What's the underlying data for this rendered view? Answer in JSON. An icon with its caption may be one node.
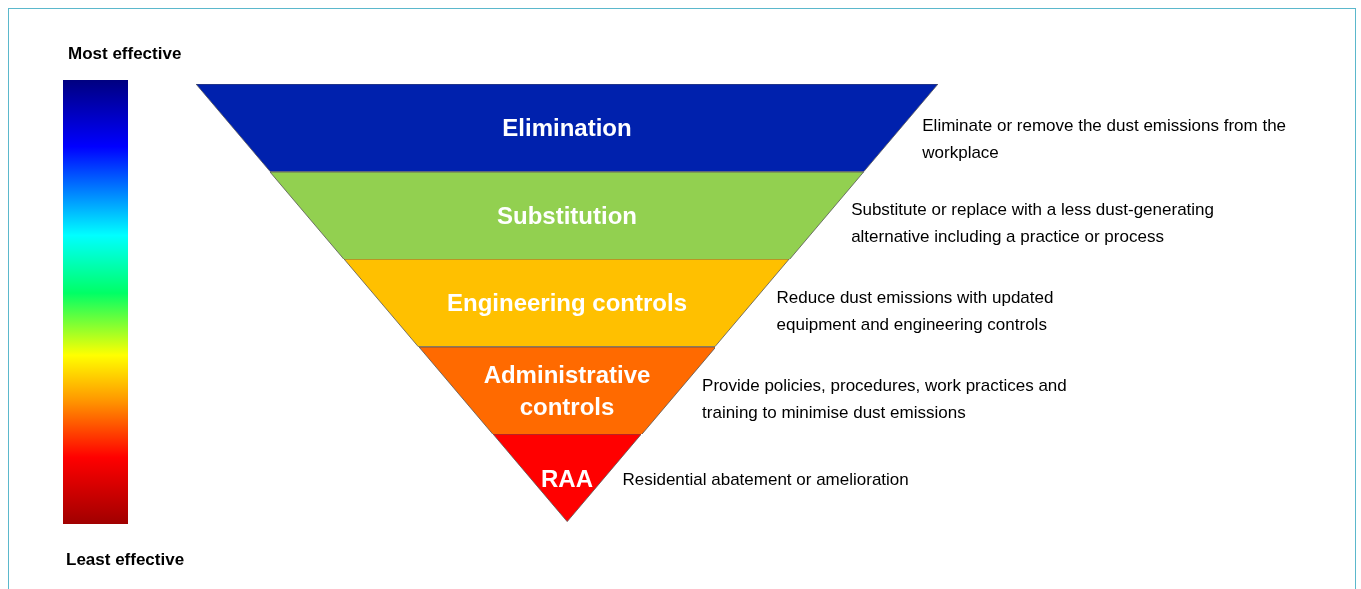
{
  "diagram": {
    "nodes": [
      {
        "text": [],
        "shape": "bar"
      },
      {
        "text": [
          "Elimination"
        ],
        "beside": [
          "Eliminate or remove the dust emissions from the workplace"
        ]
      },
      {
        "text": [
          "Substitution"
        ],
        "beside": [
          "Substitute or replace with a less dust-generating alternative including a practice or process"
        ]
      },
      {
        "text": [
          "Engineering controls"
        ],
        "beside": [
          "Reduce dust emissions with updated equipment and engineering controls"
        ]
      },
      {
        "text": [
          "Administrative controls"
        ],
        "beside": [
          "Provide policies, procedures, work practices and training to minimise dust emissions"
        ]
      },
      {
        "text": [
          "RAA"
        ],
        "beside": [
          "Residential abatement or amelioration"
        ]
      }
    ],
    "labels": [
      "Most effective",
      "Least effective"
    ]
  }
}
